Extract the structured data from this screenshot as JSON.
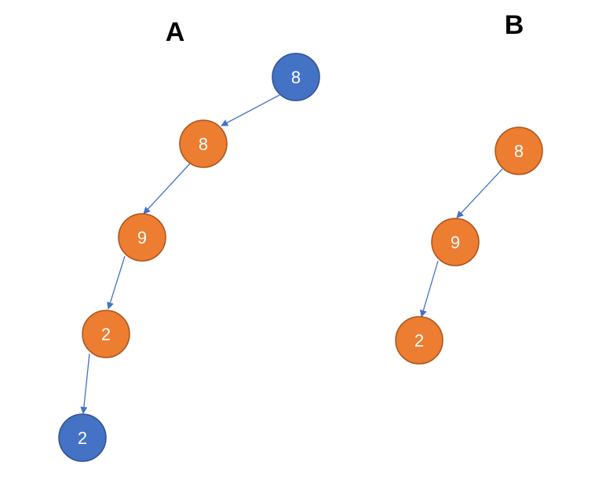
{
  "colors": {
    "blue": "#4472C4",
    "orange": "#ED7D31",
    "edge": "#4472C4",
    "node_border": "#A9531B",
    "blue_border": "#2F528F"
  },
  "trees": [
    {
      "label": "A",
      "nodes": [
        {
          "value": "8",
          "color": "blue"
        },
        {
          "value": "8",
          "color": "orange"
        },
        {
          "value": "9",
          "color": "orange"
        },
        {
          "value": "2",
          "color": "orange"
        },
        {
          "value": "2",
          "color": "blue"
        }
      ]
    },
    {
      "label": "B",
      "nodes": [
        {
          "value": "8",
          "color": "orange"
        },
        {
          "value": "9",
          "color": "orange"
        },
        {
          "value": "2",
          "color": "orange"
        }
      ]
    }
  ]
}
